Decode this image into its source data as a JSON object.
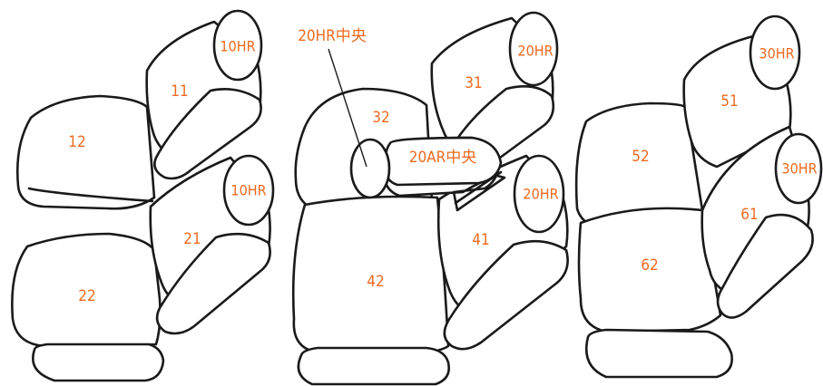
{
  "colors": {
    "outline": "#1a1a1a",
    "label": "#ee6a1f",
    "background": "#ffffff"
  },
  "left_group": {
    "headrest_front": "10HR",
    "headrest_rear": "10HR",
    "back_upper": "11",
    "cushion_upper": "12",
    "back_lower": "21",
    "cushion_lower": "22"
  },
  "middle_group": {
    "callout_center_headrest": "20HR中央",
    "center_armrest": "20AR中央",
    "headrest_upper": "20HR",
    "headrest_lower": "20HR",
    "back_upper": "31",
    "center_back": "32",
    "back_lower": "41",
    "cushion": "42"
  },
  "right_group": {
    "headrest_upper": "30HR",
    "headrest_lower": "30HR",
    "back_upper": "51",
    "back_left": "52",
    "back_lower": "61",
    "cushion": "62"
  }
}
